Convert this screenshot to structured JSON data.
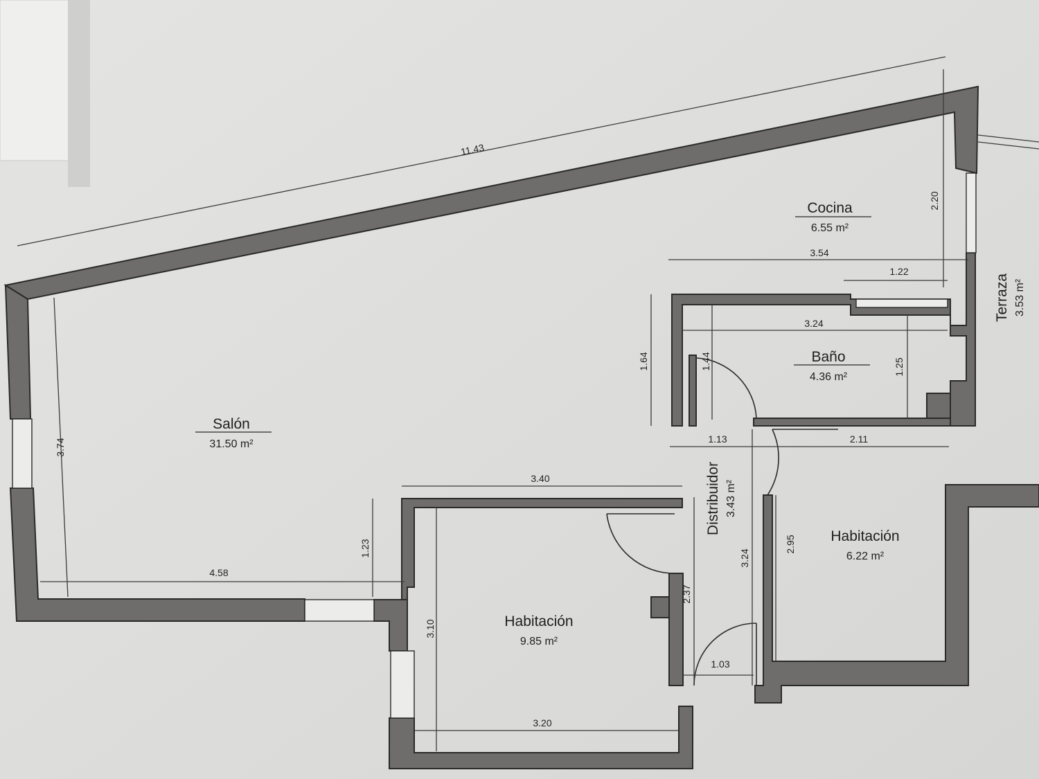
{
  "rooms": {
    "salon": {
      "name": "Salón",
      "area": "31.50 m²"
    },
    "cocina": {
      "name": "Cocina",
      "area": "6.55 m²"
    },
    "bano": {
      "name": "Baño",
      "area": "4.36 m²"
    },
    "distribuidor": {
      "name": "Distribuidor",
      "area": "3.43 m²"
    },
    "habitacion_right": {
      "name": "Habitación",
      "area": "6.22 m²"
    },
    "habitacion_bottom": {
      "name": "Habitación",
      "area": "9.85 m²"
    },
    "terraza": {
      "name": "Terraza",
      "area": "3.53 m²"
    }
  },
  "dimensions": {
    "top_diagonal": "11.43",
    "cocina_width": "3.54",
    "cocina_height": "2.20",
    "cocina_inner": "1.22",
    "bano_width": "3.24",
    "bano_height_outer": "1.64",
    "bano_height_inner": "1.44",
    "bano_right_height": "1.25",
    "distribuidor_width": "1.13",
    "hab_right_width": "2.11",
    "salon_height": "3.74",
    "salon_width": "4.58",
    "salon_step": "1.23",
    "hab_bottom_top": "3.40",
    "hab_bottom_height": "3.10",
    "hab_bottom_bottom": "3.20",
    "hab_bottom_side": "2.37",
    "distribuidor_height": "3.24",
    "hab_right_height": "2.95",
    "door_width": "1.03"
  }
}
